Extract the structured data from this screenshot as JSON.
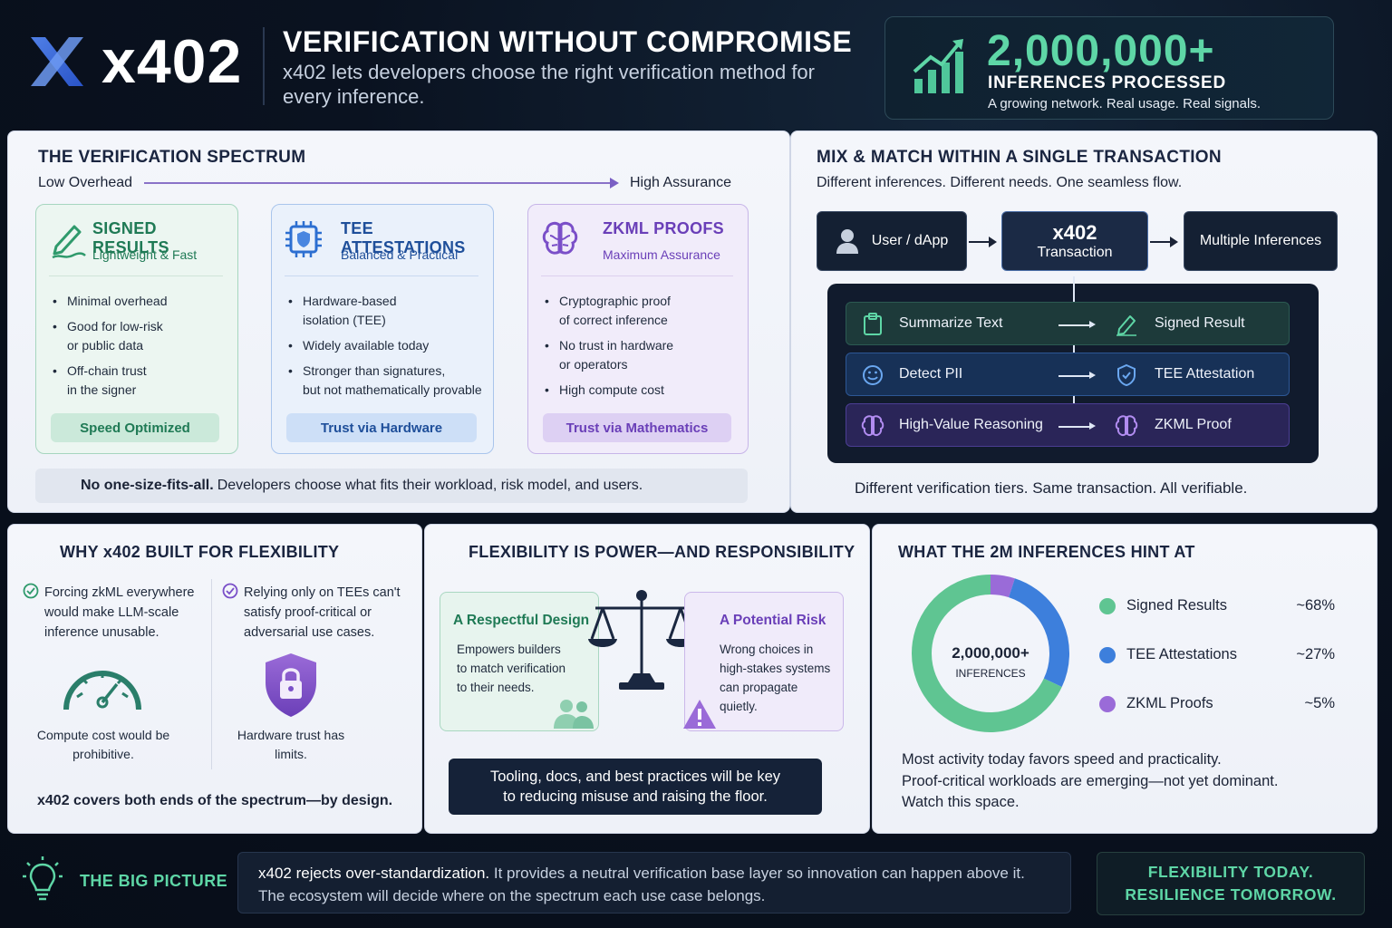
{
  "header": {
    "brand": "x402",
    "title": "VERIFICATION WITHOUT COMPROMISE",
    "subtitle": "x402 lets developers choose the right verification method for every inference.",
    "stat_value": "2,000,000+",
    "stat_label": "INFERENCES PROCESSED",
    "stat_note": "A growing network. Real usage. Real signals."
  },
  "spectrum": {
    "title": "THE VERIFICATION SPECTRUM",
    "low": "Low Overhead",
    "high": "High Assurance",
    "tiers": [
      {
        "name": "SIGNED RESULTS",
        "tag": "Lightweight & Fast",
        "bullets": [
          "Minimal overhead",
          "Good for low-risk\nor public data",
          "Off-chain trust\nin the signer"
        ],
        "pill": "Speed Optimized",
        "icon": "pencil-signature-icon",
        "color": "#1f7a55"
      },
      {
        "name": "TEE ATTESTATIONS",
        "tag": "Balanced & Practical",
        "bullets": [
          "Hardware-based\nisolation (TEE)",
          "Widely available today",
          "Stronger than signatures,\nbut not mathematically provable"
        ],
        "pill": "Trust via Hardware",
        "icon": "chip-shield-icon",
        "color": "#1f4f9a"
      },
      {
        "name": "ZKML PROOFS",
        "tag": "Maximum Assurance",
        "bullets": [
          "Cryptographic proof\nof correct inference",
          "No trust in hardware\nor operators",
          "High compute cost"
        ],
        "pill": "Trust via Mathematics",
        "icon": "brain-icon",
        "color": "#6a3fb8"
      }
    ],
    "footer_bold": "No one-size-fits-all.",
    "footer_text": "Developers choose what fits their workload, risk model, and users."
  },
  "mix": {
    "title": "MIX & MATCH WITHIN A SINGLE TRANSACTION",
    "subtitle": "Different inferences. Different needs. One seamless flow.",
    "user": "User / dApp",
    "x402_line1": "x402",
    "x402_line2": "Transaction",
    "multi": "Multiple Inferences",
    "rows": [
      {
        "task": "Summarize Text",
        "result": "Signed Result",
        "task_icon": "clipboard-icon",
        "result_icon": "pencil-icon"
      },
      {
        "task": "Detect PII",
        "result": "TEE Attestation",
        "task_icon": "face-scan-icon",
        "result_icon": "shield-icon"
      },
      {
        "task": "High-Value Reasoning",
        "result": "ZKML Proof",
        "task_icon": "brain-icon",
        "result_icon": "brain-icon"
      }
    ],
    "footer": "Different verification tiers. Same transaction. All verifiable."
  },
  "why": {
    "title": "WHY x402 BUILT FOR FLEXIBILITY",
    "left_text": "Forcing zkML everywhere would make LLM-scale inference unusable.",
    "left_cap": "Compute cost would be prohibitive.",
    "right_text": "Relying only on TEEs can't satisfy proof-critical or adversarial use cases.",
    "right_cap": "Hardware trust has limits.",
    "footer": "x402 covers both ends of the spectrum—by design."
  },
  "flex": {
    "title": "FLEXIBILITY IS POWER—AND RESPONSIBILITY",
    "good_title": "A Respectful Design",
    "good_text": "Empowers builders\nto match verification\nto their needs.",
    "risk_title": "A Potential Risk",
    "risk_text": "Wrong choices in\nhigh-stakes systems\ncan propagate\nquietly.",
    "footer": "Tooling, docs, and best practices will be key\nto reducing misuse and raising the floor."
  },
  "hint": {
    "title": "WHAT THE 2M INFERENCES HINT AT",
    "center_value": "2,000,000+",
    "center_label": "INFERENCES",
    "legend": [
      {
        "name": "Signed Results",
        "value": "~68%",
        "color": "#5fc592"
      },
      {
        "name": "TEE Attestations",
        "value": "~27%",
        "color": "#3d7fdc"
      },
      {
        "name": "ZKML Proofs",
        "value": "~5%",
        "color": "#9a6bd8"
      }
    ],
    "footer": "Most activity today favors speed and practicality.\nProof-critical workloads are emerging—not yet dominant.\nWatch this space."
  },
  "chart_data": {
    "type": "pie",
    "categories": [
      "Signed Results",
      "TEE Attestations",
      "ZKML Proofs"
    ],
    "values": [
      68,
      27,
      5
    ],
    "title": "WHAT THE 2M INFERENCES HINT AT"
  },
  "bigpicture": {
    "label": "THE BIG PICTURE",
    "text_bold": "x402 rejects over-standardization.",
    "text": "It provides a neutral verification base layer so innovation can happen above it. The ecosystem will decide where on the spectrum each use case belongs.",
    "tag_line1": "FLEXIBILITY TODAY.",
    "tag_line2": "RESILIENCE TOMORROW."
  }
}
